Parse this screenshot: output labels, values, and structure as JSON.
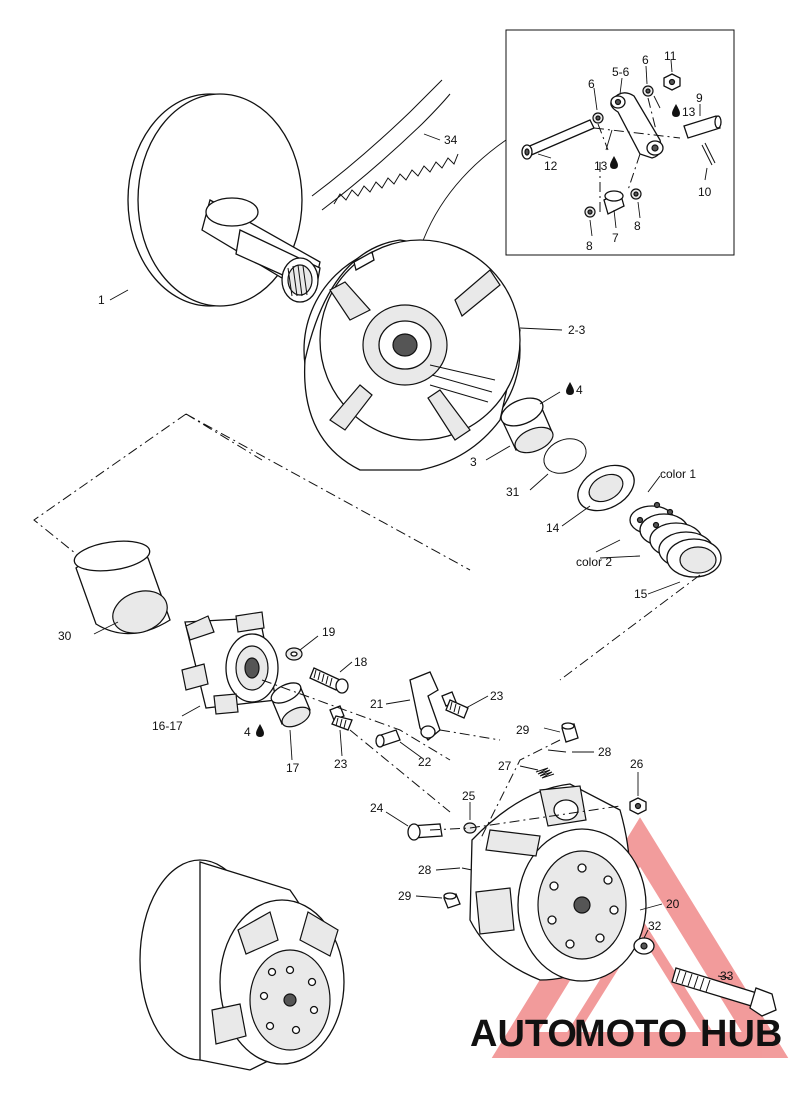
{
  "callouts": {
    "c1": "1",
    "c2_3": "2-3",
    "c3": "3",
    "c4a": "4",
    "c4b": "4",
    "c5_6": "5-6",
    "c6a": "6",
    "c6b": "6",
    "c7": "7",
    "c8a": "8",
    "c8b": "8",
    "c9": "9",
    "c10": "10",
    "c11": "11",
    "c12": "12",
    "c13a": "13",
    "c13b": "13",
    "c14": "14",
    "c15": "15",
    "c16_17": "16-17",
    "c17": "17",
    "c18": "18",
    "c19": "19",
    "c20": "20",
    "c21": "21",
    "c22": "22",
    "c23a": "23",
    "c23b": "23",
    "c24": "24",
    "c25": "25",
    "c26": "26",
    "c27": "27",
    "c28a": "28",
    "c28b": "28",
    "c29a": "29",
    "c29b": "29",
    "c30": "30",
    "c31": "31",
    "c32": "32",
    "c33": "33",
    "c34": "34",
    "color1": "color 1",
    "color2": "color 2"
  },
  "watermark": {
    "auto": "AUTO",
    "moto": "MOTO",
    "hub": "HUB",
    "colors": {
      "auto": "#f0b23a",
      "moto": "#e8563a",
      "hub": "#3a3a3a",
      "triangle": "#e84a4a"
    }
  },
  "icons": [
    "oil-drop-icon"
  ]
}
